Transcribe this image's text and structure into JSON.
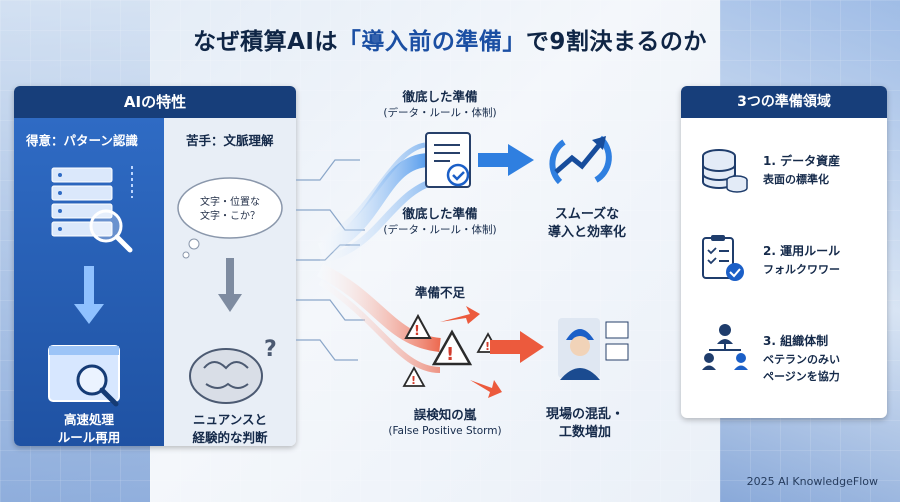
{
  "title_pre": "なぜ積算AIは",
  "title_highlight": "「導入前の準備」",
  "title_post": "で9割決まるのか",
  "left_panel": {
    "heading": "AIの特性",
    "strength_label": "得意：パターン認識",
    "strength_result": [
      "高速処理",
      "ルール再用"
    ],
    "weakness_label": "苦手：文脈理解",
    "cloud_text": [
      "文字・位置な",
      "文字・こか？"
    ],
    "weakness_result": [
      "ニュアンスと",
      "経験的な判断"
    ]
  },
  "middle": {
    "prep_top_title": "徹底した準備",
    "prep_top_sub": "(データ・ルール・体制)",
    "prep_mid_title": "徹底した準備",
    "prep_mid_sub": "(データ・ルール・体制)",
    "smooth_result": [
      "スムーズな",
      "導入と効率化"
    ],
    "lack_title": "準備不足",
    "storm_title": "誤検知の嵐",
    "storm_sub": "(False Positive Storm)",
    "chaos_result": [
      "現場の混乱・",
      "工数増加"
    ]
  },
  "right_panel": {
    "heading": "3つの準備領域",
    "items": [
      {
        "title": "1. データ資産",
        "desc": "表面の標準化",
        "icon": "database-icon"
      },
      {
        "title": "2. 運用ルール",
        "desc": "フォルクワワー",
        "icon": "checklist-icon"
      },
      {
        "title": "3. 組織体制",
        "desc": [
          "ベテランのみい",
          "ページンを協力"
        ],
        "icon": "team-icon"
      }
    ]
  },
  "footer": "2025 AI KnowledgeFlow",
  "colors": {
    "navy": "#173e7a",
    "blue": "#2f6bc4",
    "alert": "#e0533c"
  }
}
